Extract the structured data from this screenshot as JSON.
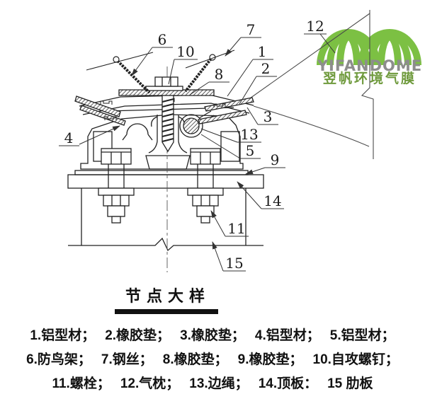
{
  "title": {
    "text": "节点大样"
  },
  "logo": {
    "latin": "YIFANDOME",
    "chinese": "翌帆环境气膜",
    "dome_green": "#7cc043",
    "text_green": "#6f9a3d",
    "latin_gray": "#8d8d8d",
    "icon": "dome-arcs-icon"
  },
  "callouts": [
    "1",
    "2",
    "3",
    "4",
    "5",
    "6",
    "7",
    "8",
    "9",
    "10",
    "11",
    "12",
    "13",
    "14",
    "15"
  ],
  "legend": {
    "rows": [
      [
        "1.铝型材；",
        "2.橡胶垫；",
        "3.橡胶垫；",
        "4.铝型材；",
        "5.铝型材；"
      ],
      [
        "6.防鸟架；",
        "7.钢丝；",
        "8.橡胶垫；",
        "9.橡胶垫；",
        "10.自攻螺钉；"
      ],
      [
        "11.螺栓；",
        "12.气枕；",
        "13.边绳；",
        "14.顶板：",
        "15 肋板"
      ]
    ]
  },
  "drawing": {
    "ink_color": "#222222",
    "leader_color": "#4a4a4a",
    "view_name": "节点大样"
  }
}
